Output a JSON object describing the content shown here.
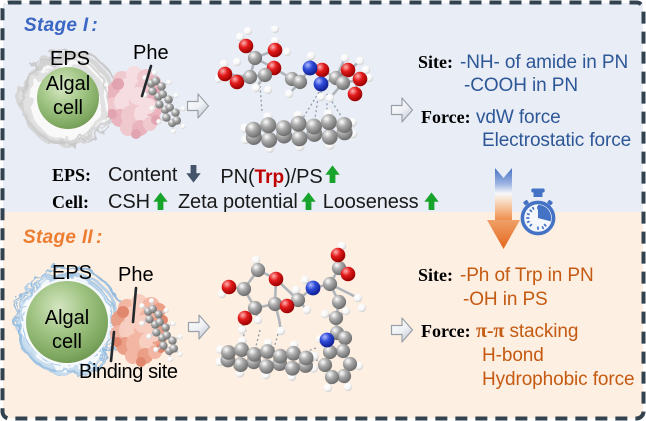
{
  "figure": {
    "stage1": {
      "title": "Stage I",
      "title_colon": ":",
      "eps_label": "EPS",
      "phe_label": "Phe",
      "cell_line1": "Algal",
      "cell_line2": "cell",
      "site_label": "Site:",
      "site_line1": "-NH- of amide in PN",
      "site_line2": "-COOH in PN",
      "force_label": "Force:",
      "force_line1": "vdW force",
      "force_line2": "Electrostatic force"
    },
    "middle": {
      "eps_label": "EPS:",
      "content": "Content",
      "pn_prefix": "PN(",
      "trp": "Trp",
      "pn_suffix": ")/PS",
      "cell_label": "Cell:",
      "csh": "CSH",
      "zeta": "Zeta potential",
      "looseness": "Looseness"
    },
    "stage2": {
      "title": "Stage II",
      "title_colon": ":",
      "eps_label": "EPS",
      "phe_label": "Phe",
      "binding_label": "Binding site",
      "cell_line1": "Algal",
      "cell_line2": "cell",
      "site_label": "Site:",
      "site_line1": "-Ph of Trp in PN",
      "site_line2": "-OH in PS",
      "force_label": "Force:",
      "force_pi": "π-π",
      "force_line1_rest": " stacking",
      "force_line2": "H-bond",
      "force_line3": "Hydrophobic force"
    }
  },
  "colors": {
    "bg_blue": "#e9edf6",
    "bg_peach": "#fdefe2",
    "border": "#33424f",
    "title_blue": "#3b67c4",
    "text_blue": "#2e5797",
    "title_orange": "#ed7d31",
    "text_orange": "#c55a11",
    "trp_red": "#c00000",
    "green": "#18a42c",
    "slate": "#44546a",
    "watch_blue": "#4472c4",
    "text_black": "#1a1a1a"
  }
}
